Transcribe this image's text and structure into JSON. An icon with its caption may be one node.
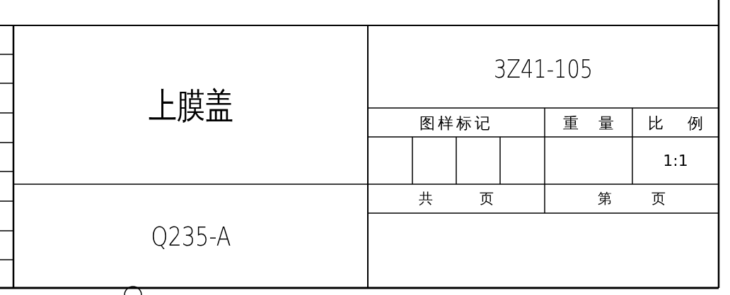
{
  "diagram": {
    "labels": [
      "上膜盖",
      "3Z41-105",
      "图样标记",
      "重 量",
      "比 例",
      "1:1",
      "共 页",
      "第 页",
      "Q235-A"
    ]
  }
}
